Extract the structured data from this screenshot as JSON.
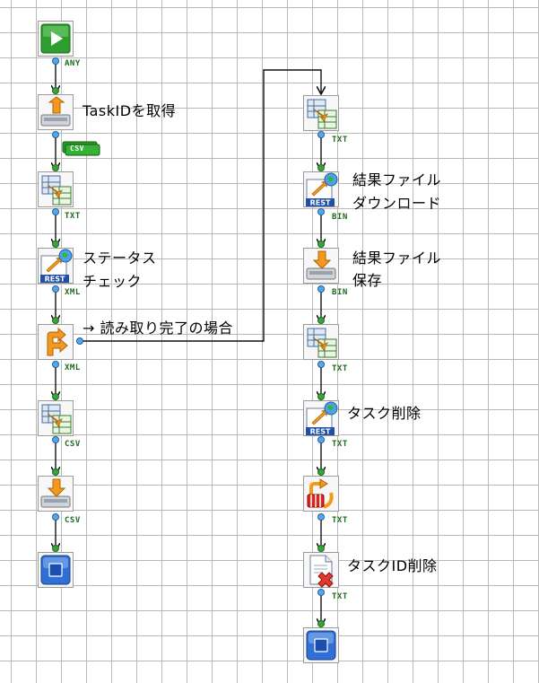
{
  "nodes": [
    {
      "id": "start",
      "icon": "play-icon"
    },
    {
      "id": "get-taskid",
      "icon": "upload-icon",
      "label": "TaskIDを取得"
    },
    {
      "id": "convert-1",
      "icon": "convert-icon"
    },
    {
      "id": "status-check",
      "icon": "rest-icon",
      "label_lines": [
        "ステータス",
        "チェック"
      ]
    },
    {
      "id": "branch",
      "icon": "branch-icon",
      "label": "→ 読み取り完了の場合"
    },
    {
      "id": "convert-2",
      "icon": "convert-icon"
    },
    {
      "id": "save-left",
      "icon": "save-icon"
    },
    {
      "id": "end-left",
      "icon": "stop-icon"
    },
    {
      "id": "convert-3",
      "icon": "convert-icon"
    },
    {
      "id": "download-result",
      "icon": "rest-icon",
      "label_lines": [
        "結果ファイル",
        "ダウンロード"
      ]
    },
    {
      "id": "save-result",
      "icon": "save-icon",
      "label_lines": [
        "結果ファイル",
        "保存"
      ]
    },
    {
      "id": "convert-4",
      "icon": "convert-icon"
    },
    {
      "id": "delete-task",
      "icon": "rest-icon",
      "label": "タスク削除"
    },
    {
      "id": "script",
      "icon": "script-icon"
    },
    {
      "id": "delete-taskid",
      "icon": "delete-file-icon",
      "label": "タスクID削除"
    },
    {
      "id": "end-right",
      "icon": "stop-icon"
    }
  ],
  "tags": {
    "any": "ANY",
    "csv_badge": "CSV",
    "txt": "TXT",
    "xml": "XML",
    "csv": "CSV",
    "bin": "BIN"
  },
  "colors": {
    "grid": "#b9b9b9",
    "tag_text": "#1d6b1d",
    "port": "#3aa23a",
    "rest_blue": "#1f4fa8",
    "play_green": "#2e9e2e",
    "stop_blue": "#2f6fd6",
    "orange": "#f39a1e"
  }
}
